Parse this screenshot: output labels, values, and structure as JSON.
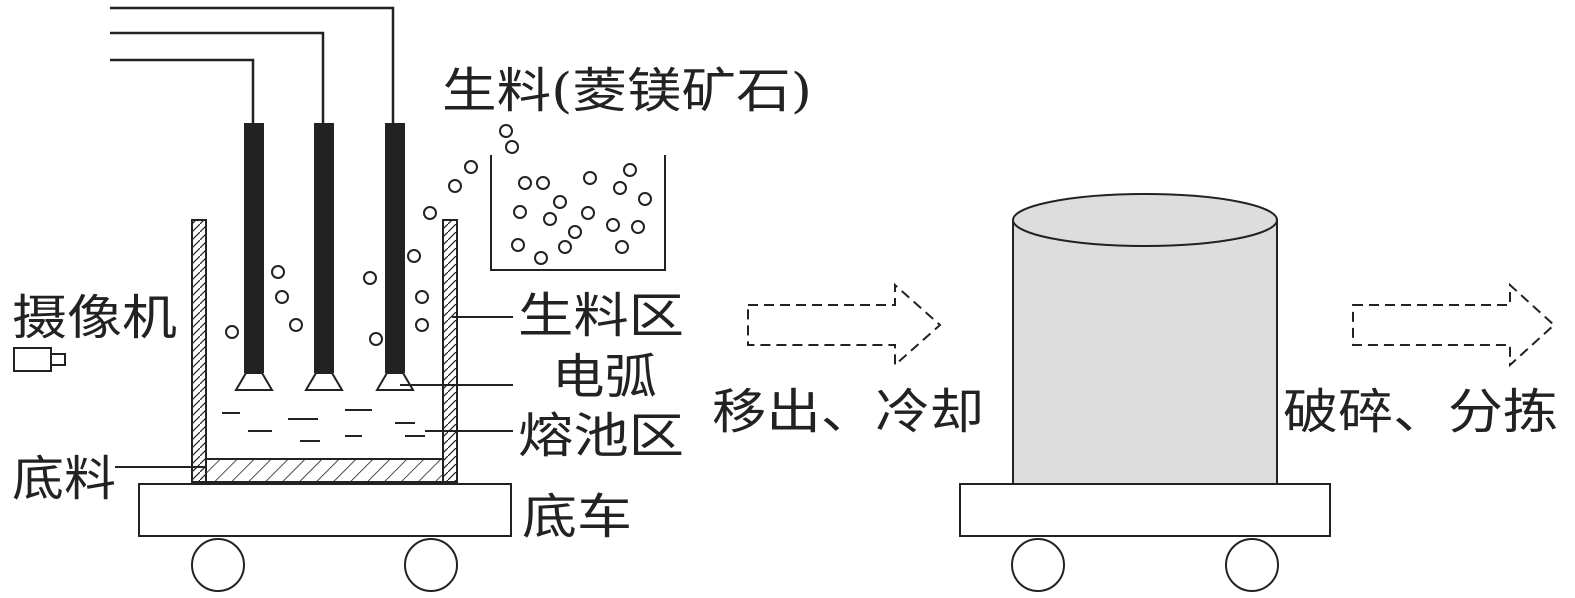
{
  "labels": {
    "raw_material": "生料(菱镁矿石)",
    "camera": "摄像机",
    "raw_zone": "生料区",
    "arc": "电弧",
    "melt_pool": "熔池区",
    "bottom_material": "底料",
    "base_cart": "底车",
    "step_move_cool": "移出、冷却",
    "step_crush_sort": "破碎、分拣"
  },
  "colors": {
    "line": "#222222",
    "electrode": "#222222",
    "ingot_fill": "#dddddd",
    "background": "#ffffff"
  }
}
